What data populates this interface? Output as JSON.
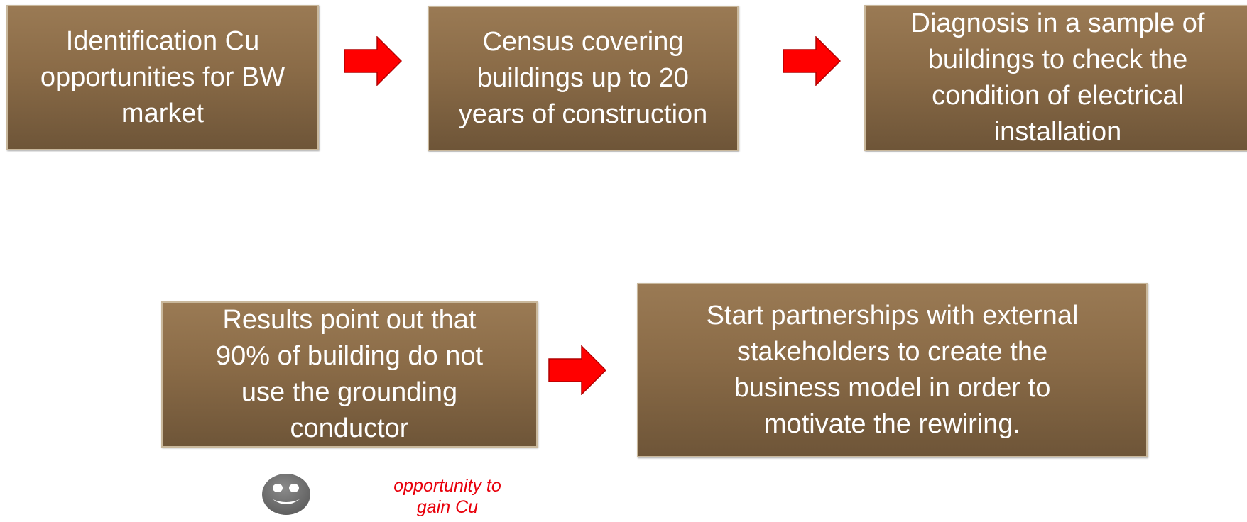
{
  "flow": {
    "step1": "Identification Cu\nopportunities for BW\nmarket",
    "step2": "Census covering\nbuildings up to 20\nyears of construction",
    "step3": "Diagnosis in a sample of\nbuildings to check the\ncondition of electrical\ninstallation",
    "step4": "Results point out that\n90% of building do not\nuse the grounding\nconductor",
    "step5": "Start partnerships with external\nstakeholders  to create the\nbusiness model  in order to\nmotivate  the rewiring."
  },
  "note": {
    "text": "opportunity to\ngain Cu",
    "icon": "smiley-face-icon",
    "color": "#e8000b"
  },
  "colors": {
    "box_top": "#9a7a54",
    "box_bottom": "#6e5538",
    "arrow": "#ff0000"
  }
}
